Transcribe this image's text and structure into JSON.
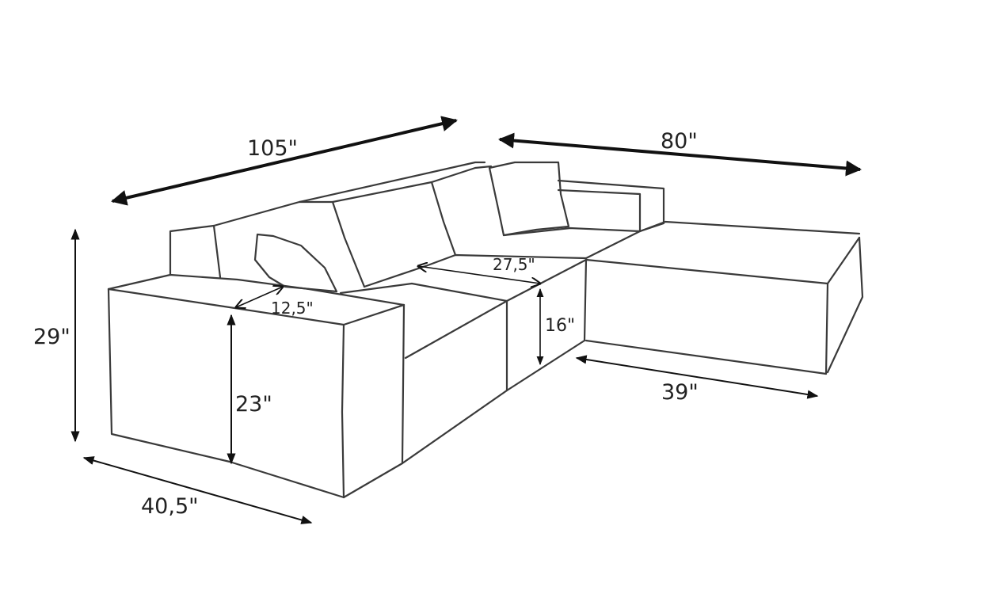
{
  "dimensions": {
    "total_width": "105\"",
    "chaise_width": "80\"",
    "total_height": "29\"",
    "depth": "40,5\"",
    "arm_height": "23\"",
    "arm_width": "12,5\"",
    "seat_depth": "27,5\"",
    "seat_height": "16\"",
    "chaise_depth": "39\""
  },
  "colors": {
    "outline": "#3a3a3a",
    "dimension": "#111111",
    "background": "#ffffff"
  }
}
